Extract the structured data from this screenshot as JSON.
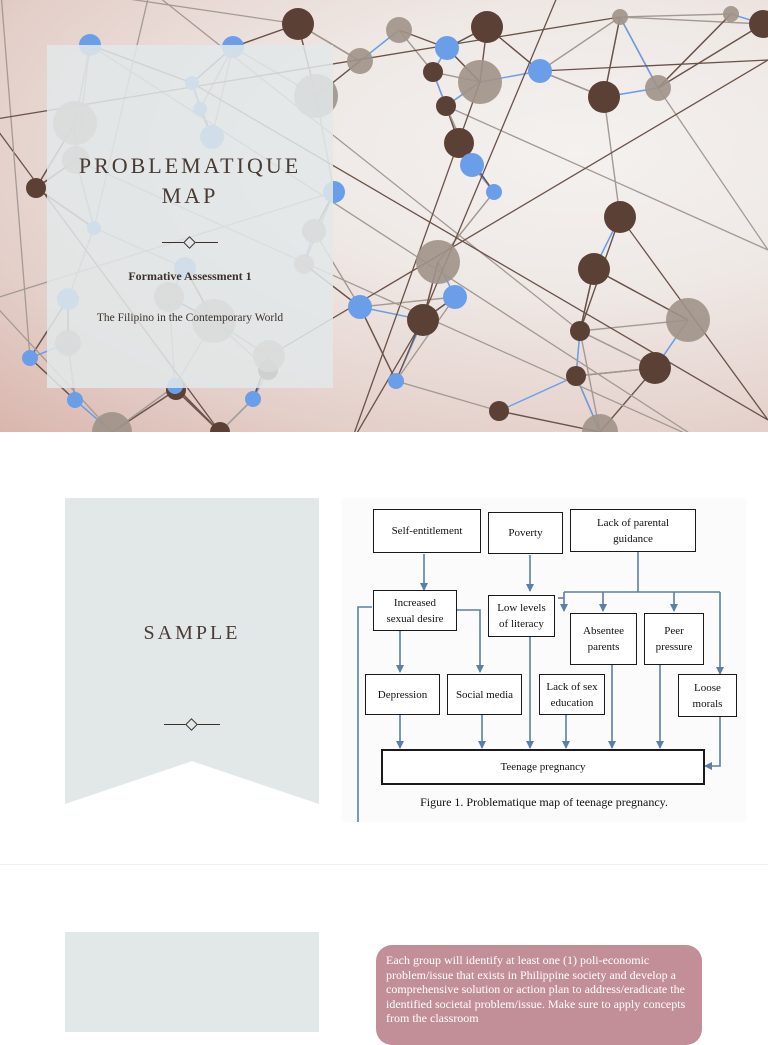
{
  "slide1": {
    "title": "PROBLEMATIQUE\nMAP",
    "subtitle": "Formative Assessment 1",
    "course": "The Filipino in the Contemporary World"
  },
  "slide2": {
    "label": "SAMPLE",
    "diagram": {
      "nodes": {
        "self_entitlement": "Self-entitlement",
        "poverty": "Poverty",
        "lack_parental_guidance": "Lack of parental\nguidance",
        "increased_sexual_desire": "Increased\nsexual desire",
        "low_literacy": "Low levels\nof literacy",
        "absentee_parents": "Absentee\nparents",
        "peer_pressure": "Peer\npressure",
        "depression": "Depression",
        "social_media": "Social media",
        "lack_sex_education": "Lack of sex\neducation",
        "loose_morals": "Loose\nmorals",
        "teenage_pregnancy": "Teenage pregnancy"
      },
      "caption": "Figure 1. Problematique map of teenage pregnancy."
    }
  },
  "slide3": {
    "instructions": "Each group will identify at least one (1) poli-economic problem/issue that exists in Philippine society and develop a comprehensive solution or action plan to address/eradicate the identified societal problem/issue. Make sure to apply concepts from the classroom"
  },
  "colors": {
    "panel": "#e2e7e8",
    "accent_pink": "#c28f99",
    "text_dark": "#4a3b34",
    "arrow_blue": "#5b7fa8",
    "node_brown": "#5b4036",
    "node_blue": "#6b9ee8",
    "node_gray": "#a09288"
  }
}
